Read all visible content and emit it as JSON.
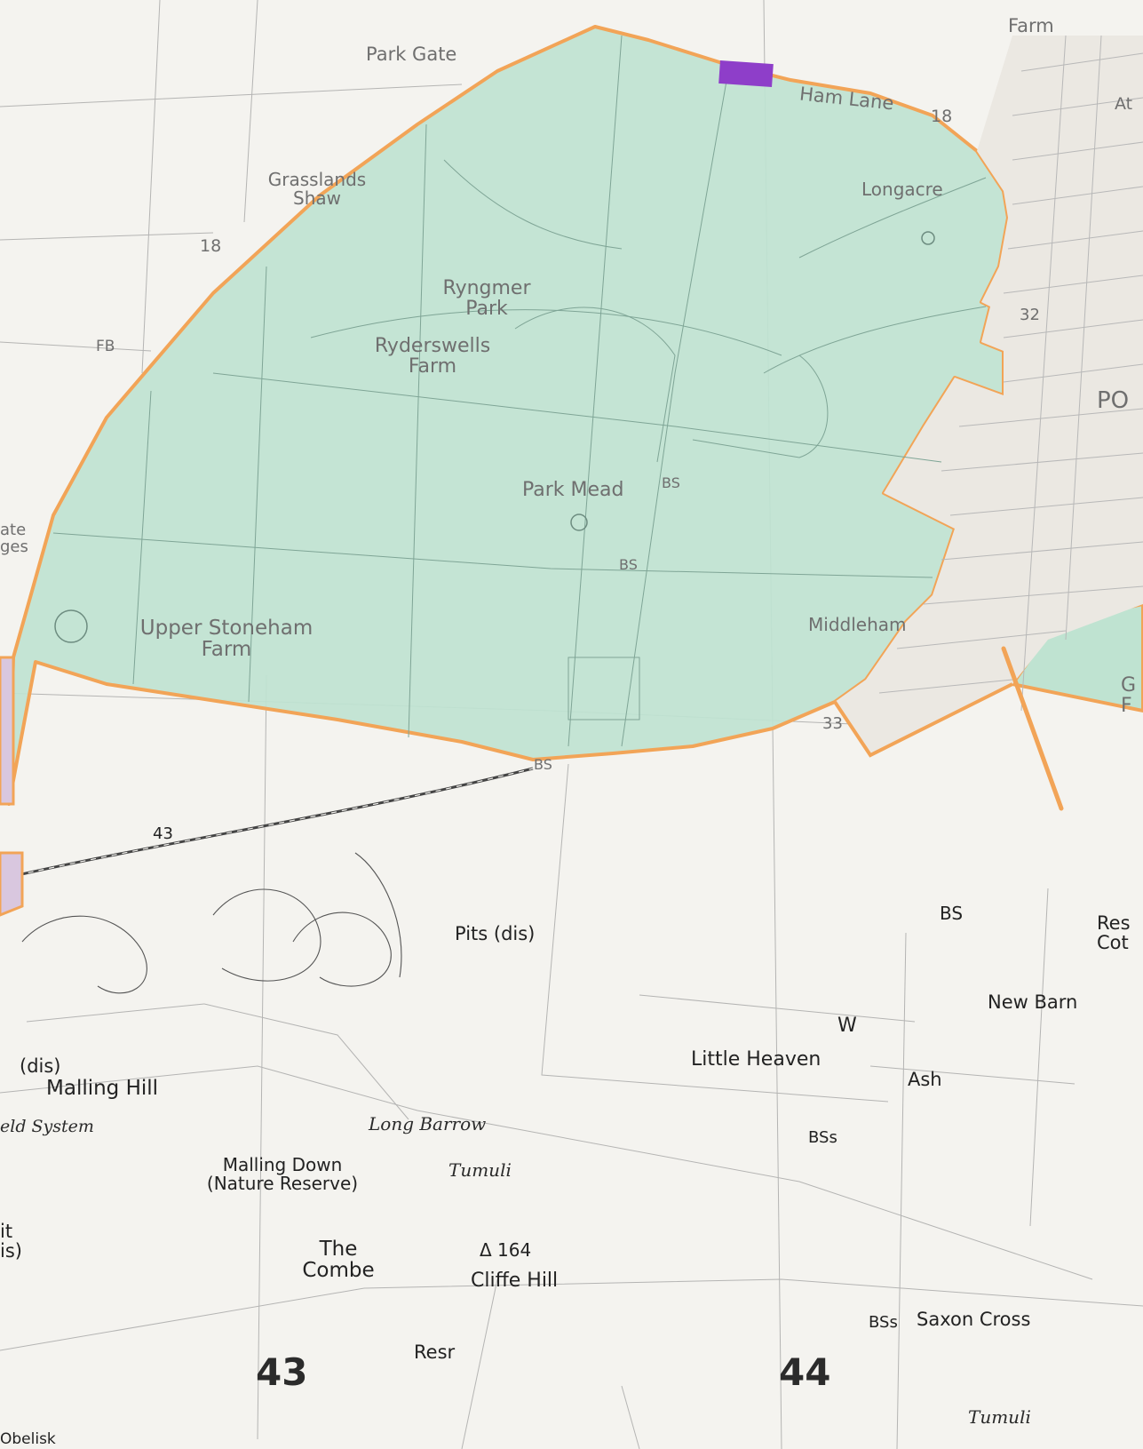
{
  "colors": {
    "boundary": "#f2a457",
    "green_area": "#bfe3d1",
    "purple_area": "#d9c7df",
    "highlight": "#8e3ec9",
    "paper": "#f4f3ef",
    "line": "#7a7a7a"
  },
  "labels": {
    "park_gate": "Park Gate",
    "norlington_farm": "Farm",
    "ham_lane": "Ham Lane",
    "ham_lane_num": "18",
    "grasslands_shaw": "Grasslands\nShaw",
    "spot_18": "18",
    "fb": "FB",
    "longacre": "Longacre",
    "ryngmer_park": "Ryngmer\nPark",
    "ryderswells_farm": "Ryderswells\nFarm",
    "spot_32": "32",
    "po": "PO",
    "park_mead": "Park Mead",
    "bs_1": "BS",
    "bs_2": "BS",
    "upper_stoneham_farm": "Upper Stoneham\nFarm",
    "middleham": "Middleham",
    "spot_33": "33",
    "bs_3": "BS",
    "spot_43": "43",
    "bs_4": "BS",
    "pits_dis": "Pits (dis)",
    "res_cot": "Res\nCot",
    "new_barn": "New Barn",
    "w": "W",
    "little_heaven": "Little Heaven",
    "ash": "Ash",
    "dis_left": "(dis)",
    "malling_hill": "Malling Hill",
    "field_system": "eld System",
    "long_barrow": "Long Barrow",
    "tumuli_1": "Tumuli",
    "bss_1": "BSs",
    "malling_down": "Malling Down\n(Nature Reserve)",
    "it_is": "it\nis)",
    "the_combe": "The\nCombe",
    "trig_164": "Δ 164",
    "cliffe_hill": "Cliffe Hill",
    "bss_2": "BSs",
    "saxon_cross": "Saxon Cross",
    "resr": "Resr",
    "grid_43": "43",
    "grid_44": "44",
    "tumuli_2": "Tumuli",
    "obelisk": "Obelisk",
    "ates": "ate\nges",
    "edge_at": "At",
    "edge_gf": "G\nF"
  }
}
